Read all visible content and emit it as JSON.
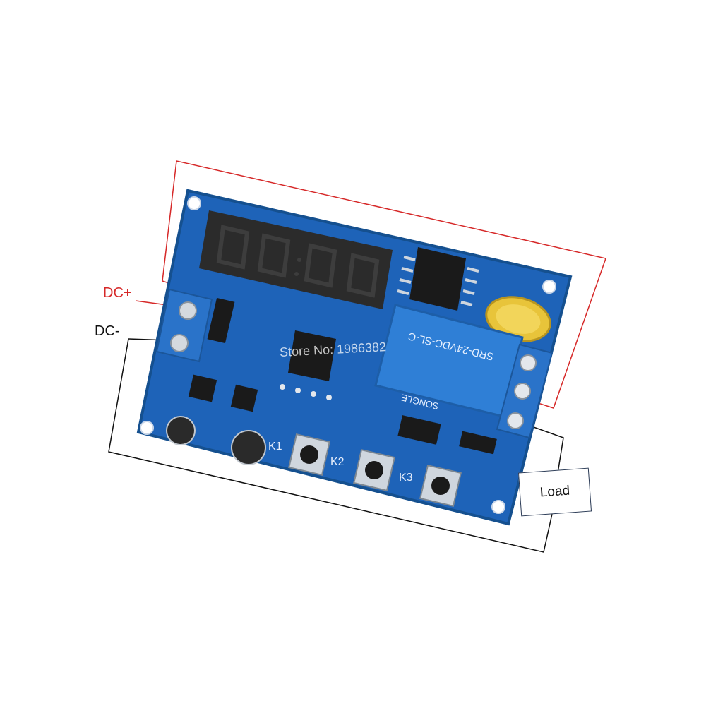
{
  "labels": {
    "dc_plus": "DC+",
    "dc_minus": "DC-",
    "load": "Load",
    "key1": "K1",
    "key2": "K2",
    "key3": "K3"
  },
  "relay": {
    "model": "SRD-24VDC-SL-C",
    "brand": "SONGLE"
  },
  "watermark": "Store No: 1986382",
  "colors": {
    "pcb": "#1e63b8",
    "highlight_frame": "#d62828",
    "wire": "#111111",
    "relay_body": "#2f7fd6",
    "terminal_block": "#2a73c9"
  }
}
